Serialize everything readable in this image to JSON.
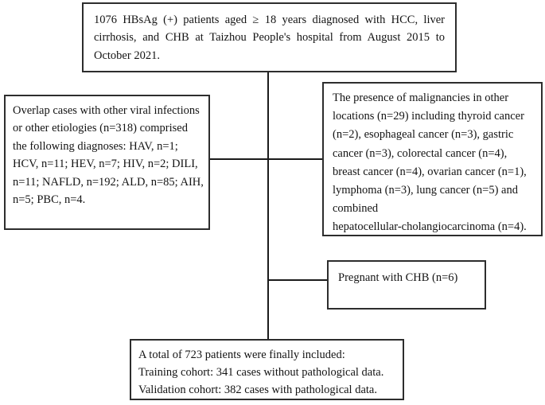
{
  "diagram": {
    "type": "study-flowchart",
    "background_color": "#ffffff",
    "box_border_color": "#2d2d2d",
    "connector_color": "#1b1b1b",
    "text_color": "#141414"
  },
  "boxes": {
    "initial": {
      "lines": [
        "1076 HBsAg (+) patients aged ≥ 18 years diagnosed with HCC, liver",
        "cirrhosis, and CHB at Taizhou People's hospital from August 2015 to",
        "October 2021."
      ]
    },
    "overlap": {
      "lines": [
        "Overlap cases with other viral infections",
        "or other etiologies (n=318) comprised",
        "the following diagnoses: HAV, n=1;",
        "HCV, n=11; HEV, n=7; HIV, n=2; DILI,",
        "n=11; NAFLD, n=192; ALD, n=85; AIH,",
        "n=5; PBC, n=4."
      ]
    },
    "malignancy": {
      "lines": [
        "The presence of malignancies in other",
        "locations (n=29) including thyroid cancer",
        "(n=2), esophageal cancer (n=3), gastric",
        "cancer (n=3), colorectal cancer (n=4),",
        "breast cancer (n=4), ovarian cancer (n=1),",
        "lymphoma (n=3), lung cancer (n=5) and",
        "combined",
        "hepatocellular-cholangiocarcinoma (n=4)."
      ]
    },
    "pregnant": {
      "lines": [
        "Pregnant with CHB (n=6)"
      ]
    },
    "final": {
      "lines": [
        "A total of 723 patients were finally included:",
        "Training cohort: 341 cases without pathological data.",
        "Validation cohort: 382 cases with pathological data."
      ]
    }
  }
}
